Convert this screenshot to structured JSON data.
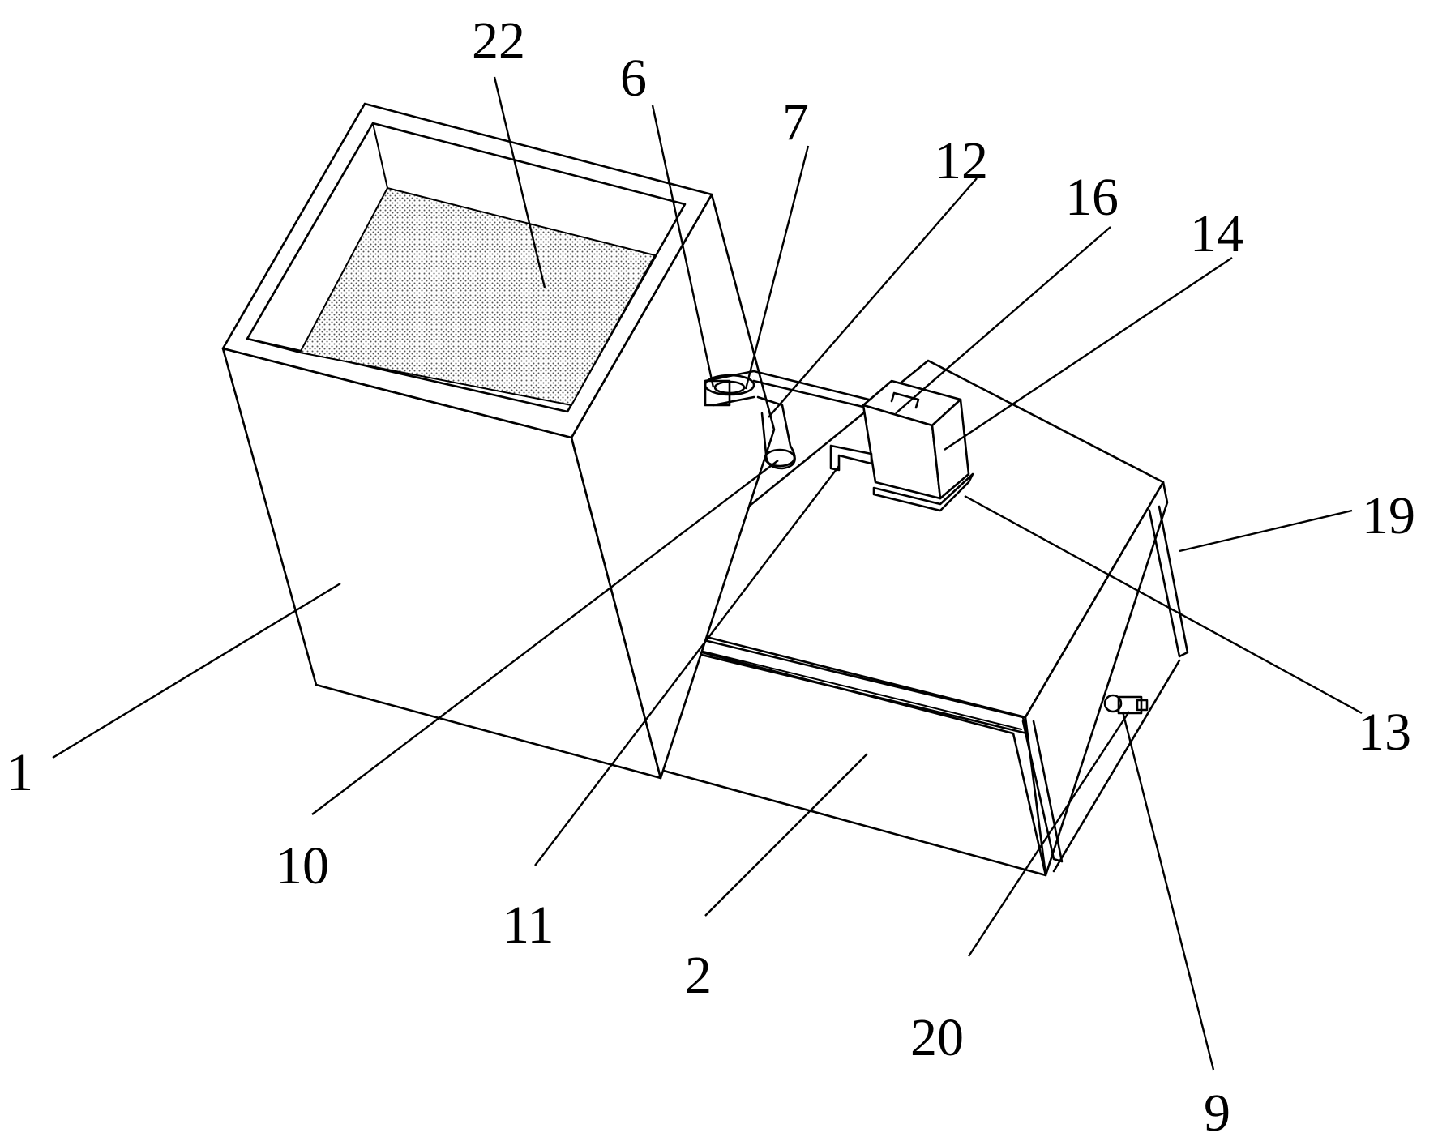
{
  "diagram": {
    "labels": {
      "l1": "1",
      "l2": "2",
      "l6": "6",
      "l7": "7",
      "l9": "9",
      "l10": "10",
      "l11": "11",
      "l12": "12",
      "l13": "13",
      "l14": "14",
      "l16": "16",
      "l19": "19",
      "l20": "20",
      "l22": "22"
    }
  }
}
